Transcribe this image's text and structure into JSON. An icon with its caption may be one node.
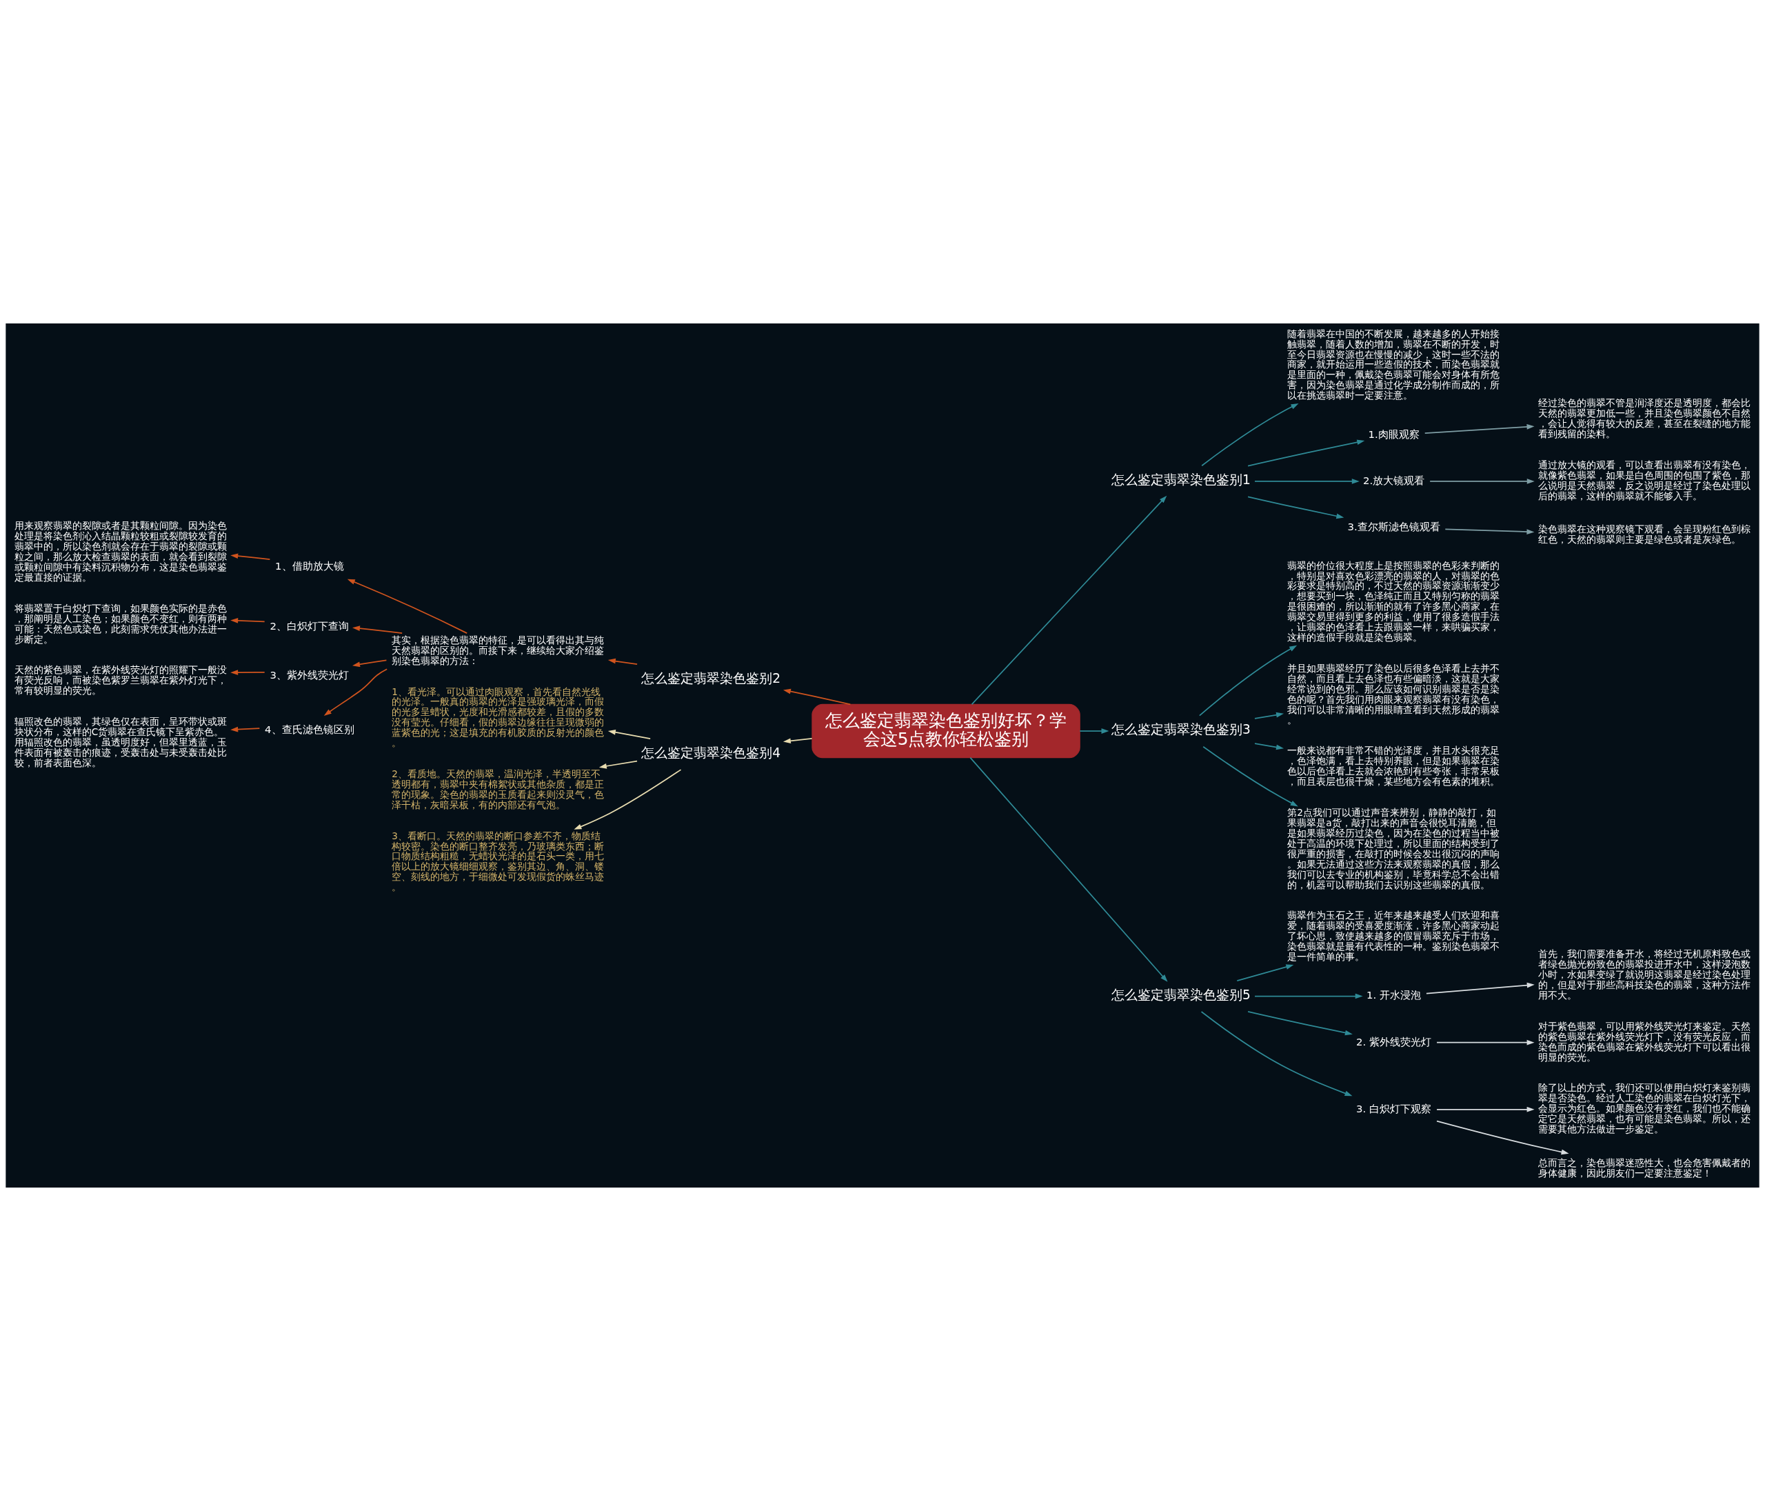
{
  "diagram": {
    "nodes": [
      {
        "text": [
          "怎么鉴定翡翠染色鉴别好坏？学会这5点教你轻松鉴别"
        ]
      },
      {
        "text": [
          "怎么鉴定翡翠染色鉴别1"
        ]
      },
      {
        "text": [
          "随着翡翠在中国的不断发展，越来越多的人开始接触翡翠，随着人数的增加，翡翠在不断的开发，时至今日翡翠资源也在慢慢的减少，这时一些不法的商家，就开始运用一些造假的技术，而染色翡翠就是里面的一种，佩戴染色翡翠可能会对身体有所危害，因为染色翡翠是通过化学成分制作而成的，所以在挑选翡翠时一定要注意。"
        ]
      },
      {
        "text": [
          "1.肉眼观察"
        ]
      },
      {
        "text": [
          "经过染色的翡翠不管是润泽度还是透明度，都会比天然的翡翠更加低一些，并且染色翡翠颜色不自然，会让人觉得有较大的反差，甚至在裂缝的地方能看到残留的染料。"
        ]
      },
      {
        "text": [
          "2.放大镜观看"
        ]
      },
      {
        "text": [
          "通过放大镜的观看，可以查看出翡翠有没有染色，就像紫色翡翠，如果是白色周围的包围了紫色，那么说明是天然翡翠，反之说明是经过了染色处理以后的翡翠，这样的翡翠就不能够入手。"
        ]
      },
      {
        "text": [
          "3.查尔斯滤色镜观看"
        ]
      },
      {
        "text": [
          "染色翡翠在这种观察镜下观看，会呈现粉红色到棕红色，天然的翡翠则主要是绿色或者是灰绿色。"
        ]
      },
      {
        "text": [
          "怎么鉴定翡翠染色鉴别2"
        ]
      },
      {
        "text": [
          "其实，根据染色翡翠的特征，是可以看得出其与纯天然翡翠的区别的。而接下来，继续给大家介绍鉴别染色翡翠的方法："
        ]
      },
      {
        "text": [
          "1、借助放大镜"
        ]
      },
      {
        "text": [
          "用来观察翡翠的裂隙或者是其颗粒间隙。因为染色处理是将染色剂沁入结晶颗粒较粗或裂隙较发育的翡翠中的，所以染色剂就会存在于翡翠的裂隙或颗粒之间，那么放大检查翡翠的表面，就会看到裂隙或颗粒间隙中有染料沉积物分布，这是染色翡翠鉴定最直接的证据。"
        ]
      },
      {
        "text": [
          "2、白炽灯下查询"
        ]
      },
      {
        "text": [
          "将翡翠置于白炽灯下查询，如果颜色实际的是赤色，那阐明是人工染色；如果颜色不变红，则有两种可能：天然色或染色，此刻需求凭仗其他办法进一步断定。"
        ]
      },
      {
        "text": [
          "3、紫外线荧光灯"
        ]
      },
      {
        "text": [
          "天然的紫色翡翠，在紫外线荧光灯的照耀下一般没有荧光反响，而被染色紫罗兰翡翠在紫外灯光下，常有较明显的荧光。"
        ]
      },
      {
        "text": [
          "4、查氏滤色镜区别"
        ]
      },
      {
        "text": [
          "辐照改色的翡翠，其绿色仅在表面，呈环带状或斑块状分布，这样的C货翡翠在查氏镜下呈紫赤色。用辐照改色的翡翠，虽透明度好，但翠里透蓝，玉件表面有被轰击的痕迹，受轰击处与未受轰击处比较，前者表面色深。"
        ]
      },
      {
        "text": [
          "怎么鉴定翡翠染色鉴别3"
        ]
      },
      {
        "text": [
          "翡翠的价位很大程度上是按照翡翠的色彩来判断的，特别是对喜欢色彩漂亮的翡翠的人，对翡翠的色彩要求是特别高的，不过天然的翡翠资源渐渐变少，想要买到一块，色泽纯正而且又特别匀称的翡翠是很困难的，所以渐渐的就有了许多黑心商家，在翡翠交易里得到更多的利益，使用了很多造假手法，让翡翠的色泽看上去跟翡翠一样，来哄骗买家，这样的造假手段就是染色翡翠。"
        ]
      },
      {
        "text": [
          "并且如果翡翠经历了染色以后很多色泽看上去并不自然，而且看上去色泽也有些偏暗淡，这就是大家经常说到的色邪。那么应该如何识别翡翠是否是染色的呢？首先我们用肉眼来观察翡翠有没有染色，我们可以非常清晰的用眼睛查看到天然形成的翡翠。"
        ]
      },
      {
        "text": [
          "一般来说都有非常不错的光泽度，并且水头很充足，色泽饱满，看上去特别养眼，但是如果翡翠在染色以后色泽看上去就会浓艳到有些夸张，非常呆板，而且表层也很干燥，某些地方会有色素的堆积。"
        ]
      },
      {
        "text": [
          "第2点我们可以通过声音来辨别，静静的敲打，如果翡翠是a货，敲打出来的声音会很悦耳清脆，但是如果翡翠经历过染色，因为在染色的过程当中被处于高温的环境下处理过，所以里面的结构受到了很严重的损害，在敲打的时候会发出很沉闷的声响。如果无法通过这些方法来观察翡翠的真假，那么我们可以去专业的机构鉴别，毕竟科学总不会出错的，机器可以帮助我们去识别这些翡翠的真假。"
        ]
      },
      {
        "text": [
          "怎么鉴定翡翠染色鉴别4"
        ]
      },
      {
        "text": [
          "1、看光泽。可以通过肉眼观察，首先看自然光线的光泽。一般真的翡翠的光泽是强玻璃光泽，而假的光多呈蜡状，光度和光滑感都较差，且假的多数没有莹光。仔细看，假的翡翠边缘往往呈现微弱的蓝紫色的光；这是填充的有机胶质的反射光的颜色。"
        ]
      },
      {
        "text": [
          "2、看质地。天然的翡翠，温润光泽，半透明至不透明都有，翡翠中夹有棉絮状或其他杂质，都是正常的现象。染色的翡翠的玉质看起来则没灵气，色泽干枯，灰暗呆板，有的内部还有气泡。"
        ]
      },
      {
        "text": [
          "3、看断口。天然的翡翠的断口参差不齐，物质结构较密。染色的断口整齐发亮，乃玻璃类东西；断口物质结构粗糙，无蜡状光泽的是石头一类，用七倍以上的放大镜细细观察，鉴别其边、角、洞、镂空、刻线的地方，于细微处可发现假货的蛛丝马迹。"
        ]
      },
      {
        "text": [
          "怎么鉴定翡翠染色鉴别5"
        ]
      },
      {
        "text": [
          "翡翠作为玉石之王，近年来越来越受人们欢迎和喜爱，随着翡翠的受喜爱度渐涨，许多黑心商家动起了坏心思，致使越来越多的假冒翡翠充斥于市场，染色翡翠就是最有代表性的一种。鉴别染色翡翠不是一件简单的事。"
        ]
      },
      {
        "text": [
          "1. 开水浸泡"
        ]
      },
      {
        "text": [
          "首先，我们需要准备开水，将经过无机原料致色或者绿色抛光粉致色的翡翠投进开水中，这样浸泡数小时，水如果变绿了就说明这翡翠是经过染色处理的，但是对于那些高科技染色的翡翠，这种方法作用不大。"
        ]
      },
      {
        "text": [
          "2. 紫外线荧光灯"
        ]
      },
      {
        "text": [
          "对于紫色翡翠，可以用紫外线荧光灯来鉴定。天然的紫色翡翠在紫外线荧光灯下，没有荧光反应，而染色而成的紫色翡翠在紫外线荧光灯下可以看出很明显的荧光。"
        ]
      },
      {
        "text": [
          "3. 白炽灯下观察"
        ]
      },
      {
        "text": [
          "除了以上的方式，我们还可以使用白炽灯来鉴别翡翠是否染色。经过人工染色的翡翠在白炽灯光下，会显示为红色。如果颜色没有变红，我们也不能确定它是天然翡翠，也有可能是染色翡翠。所以，还需要其他方法做进一步鉴定。"
        ]
      },
      {
        "text": [
          "总而言之，染色翡翠迷惑性大，也会危害佩戴者的身体健康，因此朋友们一定要注意鉴定！"
        ]
      }
    ],
    "edges": [
      {
        "from": 0,
        "to": 1,
        "arrow": "to"
      },
      {
        "from": 1,
        "to": 2,
        "arrow": "to"
      },
      {
        "from": 1,
        "to": 3,
        "arrow": "to"
      },
      {
        "from": 3,
        "to": 4,
        "arrow": "to",
        "color": "#7f9ea5"
      },
      {
        "from": 1,
        "to": 5,
        "arrow": "to"
      },
      {
        "from": 5,
        "to": 6,
        "arrow": "to",
        "color": "#7f9ea5"
      },
      {
        "from": 1,
        "to": 7,
        "arrow": "to"
      },
      {
        "from": 7,
        "to": 8,
        "arrow": "to",
        "color": "#7f9ea5"
      },
      {
        "from": 0,
        "to": 9,
        "arrow": "to",
        "color": "#d0541e"
      },
      {
        "from": 9,
        "to": 10,
        "arrow": "to",
        "color": "#d0541e"
      },
      {
        "from": 10,
        "to": 11,
        "arrow": "to",
        "color": "#d0541e"
      },
      {
        "from": 11,
        "to": 12,
        "arrow": "to",
        "color": "#d0541e"
      },
      {
        "from": 10,
        "to": 13,
        "arrow": "to",
        "color": "#d0541e"
      },
      {
        "from": 13,
        "to": 14,
        "arrow": "to",
        "color": "#d0541e"
      },
      {
        "from": 10,
        "to": 15,
        "arrow": "to",
        "color": "#d0541e"
      },
      {
        "from": 15,
        "to": 16,
        "arrow": "to",
        "color": "#d0541e"
      },
      {
        "from": 10,
        "to": 17,
        "arrow": "to",
        "color": "#d0541e"
      },
      {
        "from": 17,
        "to": 18,
        "arrow": "to",
        "color": "#d0541e"
      },
      {
        "from": 0,
        "to": 19,
        "arrow": "to"
      },
      {
        "from": 19,
        "to": 20,
        "arrow": "to"
      },
      {
        "from": 19,
        "to": 21,
        "arrow": "to"
      },
      {
        "from": 19,
        "to": 22,
        "arrow": "to"
      },
      {
        "from": 19,
        "to": 23,
        "arrow": "to"
      },
      {
        "from": 0,
        "to": 24,
        "arrow": "to",
        "color": "#e8dcb0"
      },
      {
        "from": 24,
        "to": 25,
        "arrow": "to",
        "color": "#e8dcb0"
      },
      {
        "from": 24,
        "to": 26,
        "arrow": "to",
        "color": "#e8dcb0"
      },
      {
        "from": 24,
        "to": 27,
        "arrow": "to",
        "color": "#e8dcb0"
      },
      {
        "from": 0,
        "to": 28,
        "arrow": "to"
      },
      {
        "from": 28,
        "to": 29,
        "arrow": "to"
      },
      {
        "from": 28,
        "to": 30,
        "arrow": "to"
      },
      {
        "from": 30,
        "to": 31,
        "arrow": "to",
        "color": "#d8dde0"
      },
      {
        "from": 28,
        "to": 32,
        "arrow": "to"
      },
      {
        "from": 32,
        "to": 33,
        "arrow": "to",
        "color": "#d8dde0"
      },
      {
        "from": 28,
        "to": 34,
        "arrow": "to"
      },
      {
        "from": 34,
        "to": 35,
        "arrow": "to",
        "color": "#d8dde0"
      },
      {
        "from": 34,
        "to": 36,
        "arrow": "to",
        "color": "#d8dde0"
      }
    ]
  }
}
